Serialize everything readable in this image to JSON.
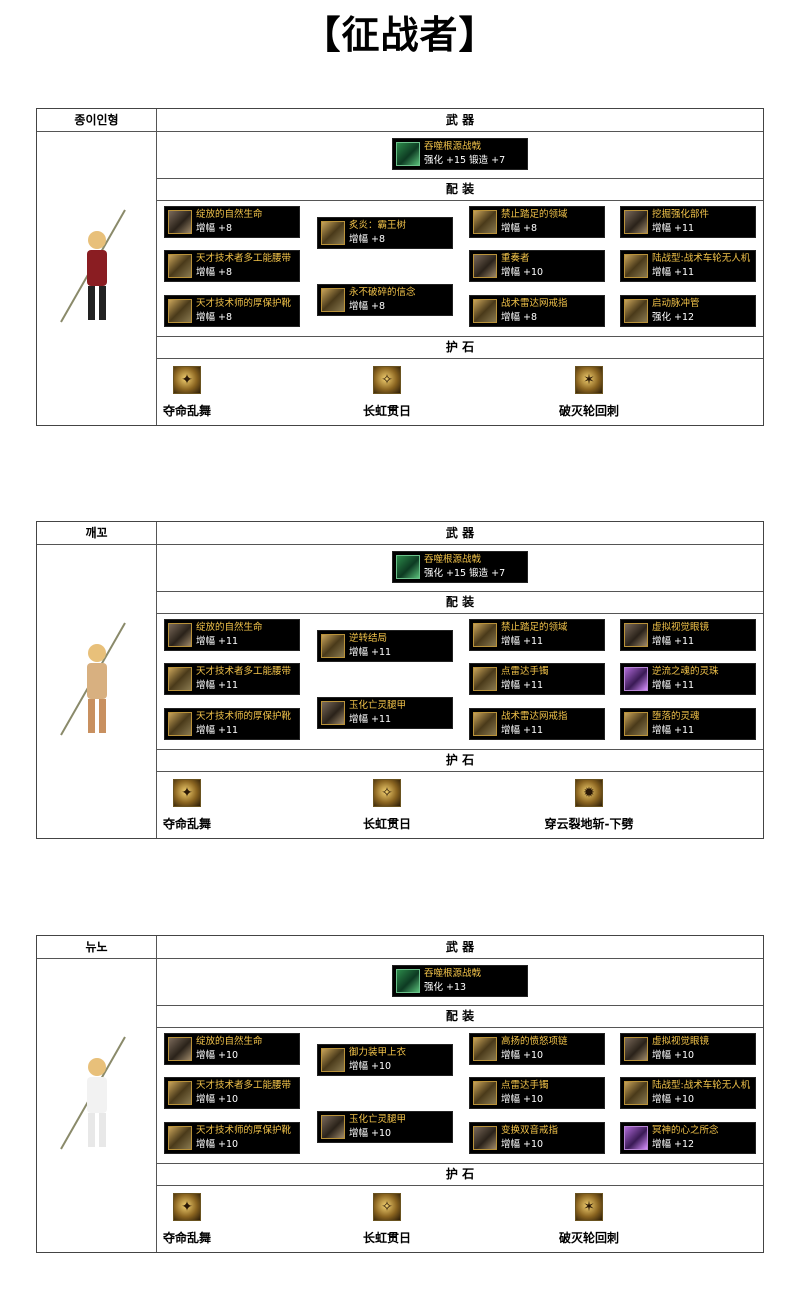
{
  "page_title": "【征战者】",
  "headers": {
    "weapon": "武 器",
    "gear": "配 装",
    "runes": "护 石"
  },
  "builds": [
    {
      "character": "종이인형",
      "weapon": {
        "name": "吞噬根源战戟",
        "stats": "强化 +15  锻造 +7"
      },
      "gear": [
        {
          "name": "绽放的自然生命",
          "stat": "增幅 +8",
          "icon": "dark"
        },
        {
          "name": "天才技术者多工能腰带",
          "stat": "增幅 +8",
          "icon": "gold"
        },
        {
          "name": "天才技术师的厚保护靴",
          "stat": "增幅 +8",
          "icon": "gold"
        },
        {
          "name": "炙炎：霸王树",
          "stat": "增幅 +8",
          "icon": "gold"
        },
        {
          "name": "永不破碎的信念",
          "stat": "增幅 +8",
          "icon": "gold"
        },
        {
          "name": "禁止踏足的领域",
          "stat": "增幅 +8",
          "icon": "gold"
        },
        {
          "name": "重奏者",
          "stat": "增幅 +10",
          "icon": "dark"
        },
        {
          "name": "战术雷达网戒指",
          "stat": "增幅 +8",
          "icon": "gold"
        },
        {
          "name": "挖掘强化部件",
          "stat": "增幅 +11",
          "icon": "dark"
        },
        {
          "name": "陆战型:战术车轮无人机",
          "stat": "增幅 +11",
          "icon": "gold"
        },
        {
          "name": "启动脉冲管",
          "stat": "强化 +12",
          "icon": "gold"
        }
      ],
      "runes": [
        {
          "name": "夺命乱舞",
          "glyph": "✦"
        },
        {
          "name": "长虹贯日",
          "glyph": "✧"
        },
        {
          "name": "破灭轮回刺",
          "glyph": "✶"
        }
      ]
    },
    {
      "character": "깨꼬",
      "weapon": {
        "name": "吞噬根源战戟",
        "stats": "强化 +15  锻造 +7"
      },
      "gear": [
        {
          "name": "绽放的自然生命",
          "stat": "增幅 +11",
          "icon": "dark"
        },
        {
          "name": "天才技术者多工能腰带",
          "stat": "增幅 +11",
          "icon": "gold"
        },
        {
          "name": "天才技术师的厚保护靴",
          "stat": "增幅 +11",
          "icon": "gold"
        },
        {
          "name": "逆转结局",
          "stat": "增幅 +11",
          "icon": "gold"
        },
        {
          "name": "玉化亡灵腿甲",
          "stat": "增幅 +11",
          "icon": "dark"
        },
        {
          "name": "禁止踏足的领域",
          "stat": "增幅 +11",
          "icon": "gold"
        },
        {
          "name": "点雷达手镯",
          "stat": "增幅 +11",
          "icon": "gold"
        },
        {
          "name": "战术雷达网戒指",
          "stat": "增幅 +11",
          "icon": "gold"
        },
        {
          "name": "虚拟视觉眼镜",
          "stat": "增幅 +11",
          "icon": "dark"
        },
        {
          "name": "逆流之魂的灵珠",
          "stat": "增幅 +11",
          "icon": "purple"
        },
        {
          "name": "堕落的灵魂",
          "stat": "增幅 +11",
          "icon": "gold"
        }
      ],
      "runes": [
        {
          "name": "夺命乱舞",
          "glyph": "✦"
        },
        {
          "name": "长虹贯日",
          "glyph": "✧"
        },
        {
          "name": "穿云裂地斩-下劈",
          "glyph": "✹"
        }
      ]
    },
    {
      "character": "뉴노",
      "weapon": {
        "name": "吞噬根源战戟",
        "stats": "强化 +13"
      },
      "gear": [
        {
          "name": "绽放的自然生命",
          "stat": "增幅 +10",
          "icon": "dark"
        },
        {
          "name": "天才技术者多工能腰带",
          "stat": "增幅 +10",
          "icon": "gold"
        },
        {
          "name": "天才技术师的厚保护靴",
          "stat": "增幅 +10",
          "icon": "gold"
        },
        {
          "name": "御力装甲上衣",
          "stat": "增幅 +10",
          "icon": "gold"
        },
        {
          "name": "玉化亡灵腿甲",
          "stat": "增幅 +10",
          "icon": "dark"
        },
        {
          "name": "高扬的愤怒项链",
          "stat": "增幅 +10",
          "icon": "gold"
        },
        {
          "name": "点雷达手镯",
          "stat": "增幅 +10",
          "icon": "gold"
        },
        {
          "name": "变换双音戒指",
          "stat": "增幅 +10",
          "icon": "dark"
        },
        {
          "name": "虚拟视觉眼镜",
          "stat": "增幅 +10",
          "icon": "dark"
        },
        {
          "name": "陆战型:战术车轮无人机",
          "stat": "增幅 +10",
          "icon": "gold"
        },
        {
          "name": "冥神的心之所念",
          "stat": "增幅 +12",
          "icon": "purple"
        }
      ],
      "runes": [
        {
          "name": "夺命乱舞",
          "glyph": "✦"
        },
        {
          "name": "长虹贯日",
          "glyph": "✧"
        },
        {
          "name": "破灭轮回刺",
          "glyph": "✶"
        }
      ]
    }
  ]
}
